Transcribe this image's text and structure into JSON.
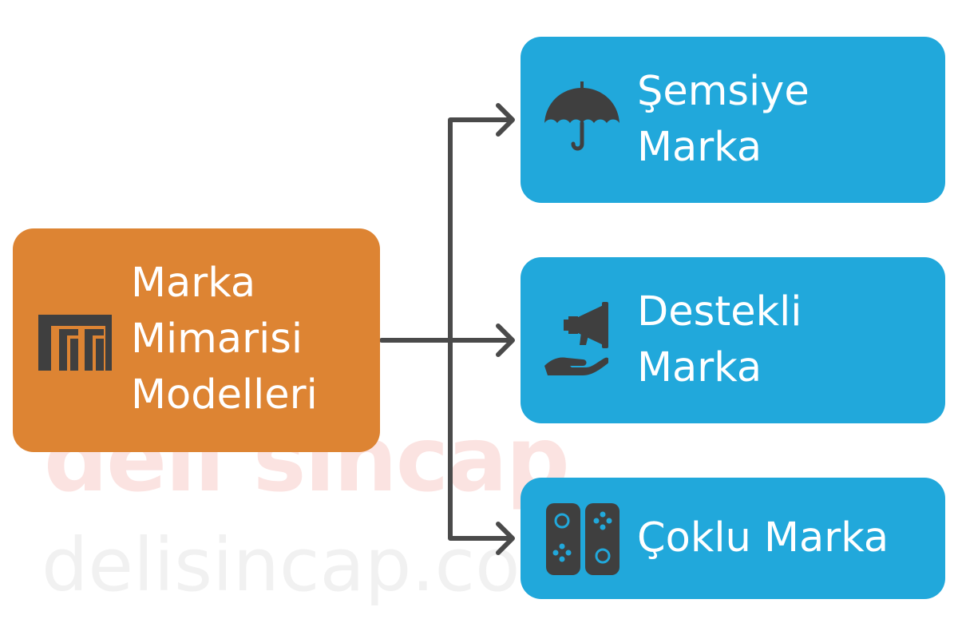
{
  "watermark": {
    "logo_text": "deli sincap",
    "url_text": "delisincap.com"
  },
  "source": {
    "lines": [
      "Marka",
      "Mimarisi",
      "Modelleri"
    ],
    "icon": "building-columns-icon",
    "color": "#dd8433"
  },
  "targets": [
    {
      "lines": [
        "Şemsiye",
        "Marka"
      ],
      "icon": "umbrella-icon",
      "color": "#21a8db"
    },
    {
      "lines": [
        "Destekli",
        "Marka"
      ],
      "icon": "hand-megaphone-icon",
      "color": "#21a8db"
    },
    {
      "lines": [
        "Çoklu Marka"
      ],
      "icon": "game-controller-icon",
      "color": "#21a8db"
    }
  ],
  "connector_color": "#4a4a4a",
  "icon_color": "#3f3f3f"
}
